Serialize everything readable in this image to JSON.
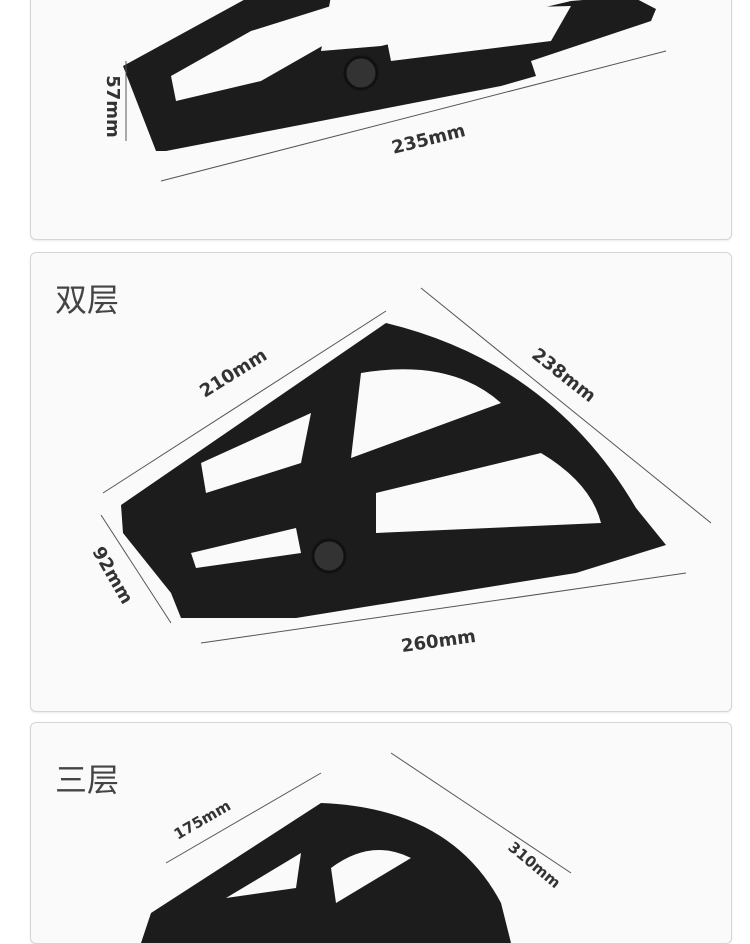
{
  "sections": [
    {
      "title": "",
      "dims": {
        "height": "57mm",
        "length": "235mm"
      }
    },
    {
      "title": "双层",
      "dims": {
        "top": "210mm",
        "arc": "238mm",
        "height": "92mm",
        "length": "260mm"
      }
    },
    {
      "title": "三层",
      "dims": {
        "top": "175mm",
        "arc": "310mm"
      }
    }
  ],
  "colors": {
    "bracket": "#1c1c1c",
    "card_border": "#d6d6d6",
    "text": "#333333"
  }
}
